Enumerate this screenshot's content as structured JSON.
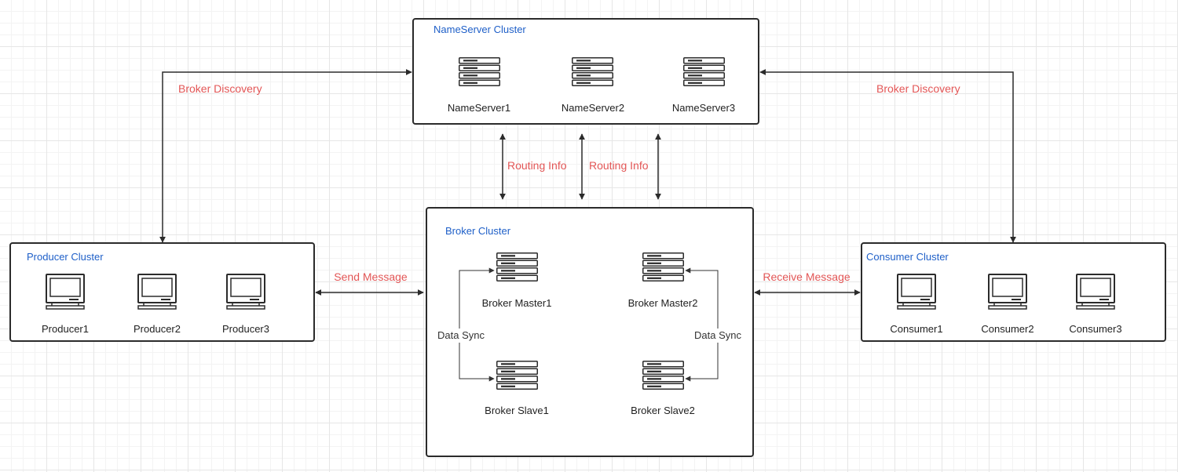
{
  "nameserver_cluster": {
    "title": "NameServer Cluster",
    "nodes": [
      "NameServer1",
      "NameServer2",
      "NameServer3"
    ],
    "node_icon": "server-icon"
  },
  "producer_cluster": {
    "title": "Producer Cluster",
    "nodes": [
      "Producer1",
      "Producer2",
      "Producer3"
    ],
    "node_icon": "computer-icon"
  },
  "broker_cluster": {
    "title": "Broker Cluster",
    "masters": [
      "Broker Master1",
      "Broker Master2"
    ],
    "slaves": [
      "Broker Slave1",
      "Broker Slave2"
    ],
    "node_icon": "server-icon"
  },
  "consumer_cluster": {
    "title": "Consumer Cluster",
    "nodes": [
      "Consumer1",
      "Consumer2",
      "Consumer3"
    ],
    "node_icon": "computer-icon"
  },
  "edges": {
    "broker_discovery_left": "Broker Discovery",
    "broker_discovery_right": "Broker Discovery",
    "routing_info_1": "Routing Info",
    "routing_info_2": "Routing Info",
    "send_message": "Send Message",
    "receive_message": "Receive Message",
    "data_sync_1": "Data Sync",
    "data_sync_2": "Data Sync"
  },
  "colors": {
    "cluster_title": "#1e5fc8",
    "edge_label": "#e35656",
    "stroke": "#2b2b2b"
  }
}
